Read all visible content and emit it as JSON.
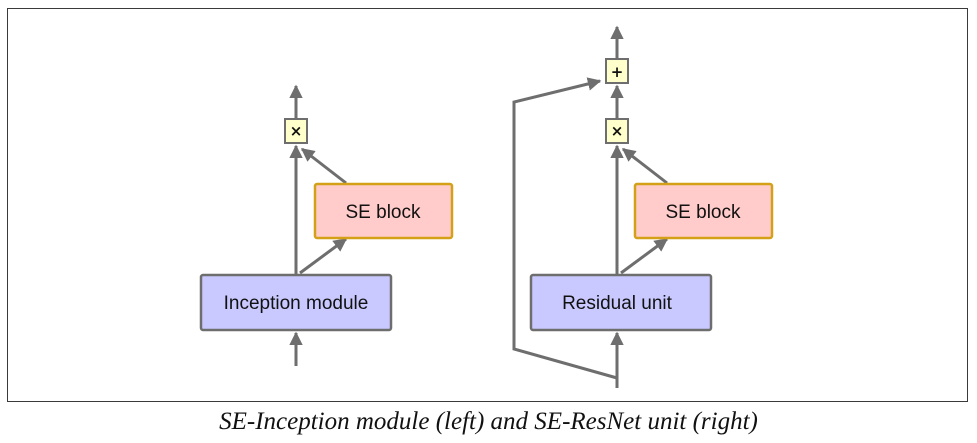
{
  "left_diagram": {
    "module_label": "Inception module",
    "se_label": "SE block",
    "multiply_symbol": "×"
  },
  "right_diagram": {
    "module_label": "Residual unit",
    "se_label": "SE block",
    "multiply_symbol": "×",
    "add_symbol": "+"
  },
  "caption": "SE-Inception module (left) and SE-ResNet unit (right)",
  "colors": {
    "module_fill": "#c9c9ff",
    "module_border": "#6e6e6e",
    "se_fill": "#ffcccb",
    "se_border": "#d4a017",
    "op_fill": "#ffffcc",
    "op_border": "#6e6e6e",
    "arrow": "#6e6e6e"
  }
}
